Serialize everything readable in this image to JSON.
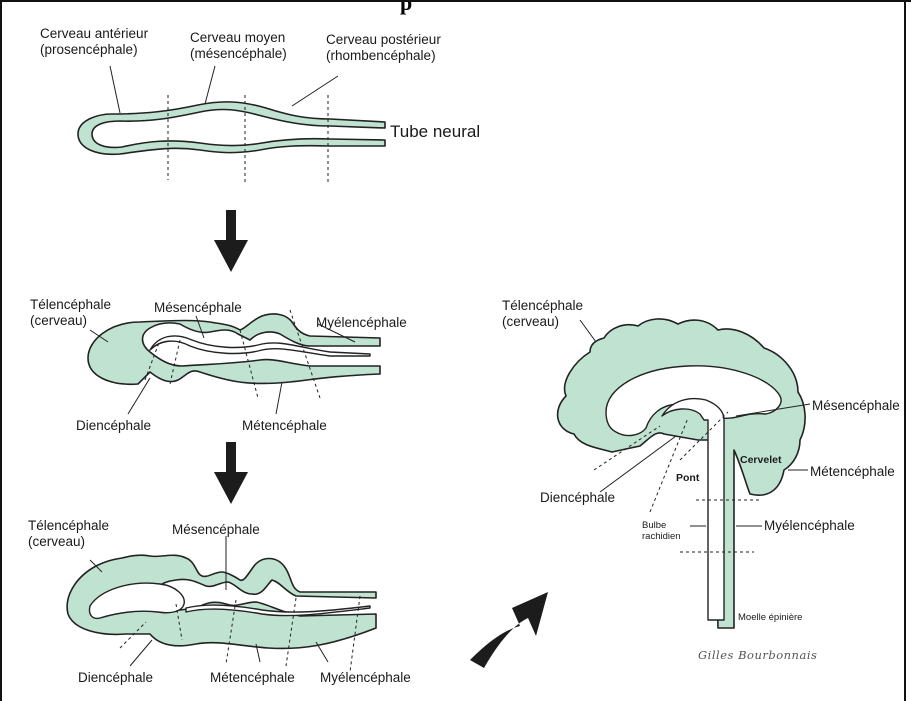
{
  "title_fragment": "p",
  "stage1": {
    "forebrain": [
      "Cerveau antérieur",
      "(prosencéphale)"
    ],
    "midbrain": [
      "Cerveau moyen",
      "(mésencéphale)"
    ],
    "hindbrain": [
      "Cerveau postérieur",
      "(rhombencéphale)"
    ],
    "neural_tube": "Tube neural"
  },
  "stage2": {
    "telencephalon": [
      "Télencéphale",
      "(cerveau)"
    ],
    "mesencephalon": "Mésencéphale",
    "myelencephalon": "Myélencéphale",
    "diencephalon": "Diencéphale",
    "metencephalon": "Métencéphale"
  },
  "stage3": {
    "telencephalon": [
      "Télencéphale",
      "(cerveau)"
    ],
    "mesencephalon": "Mésencéphale",
    "diencephalon": "Diencéphale",
    "metencephalon": "Métencéphale",
    "myelencephalon": "Myélencéphale"
  },
  "adult": {
    "telencephalon": [
      "Télencéphale",
      "(cerveau)"
    ],
    "mesencephalon": "Mésencéphale",
    "cerebellum": "Cervelet",
    "metencephalon": "Métencéphale",
    "pons": "Pont",
    "diencephalon": "Diencéphale",
    "medulla": [
      "Bulbe",
      "rachidien"
    ],
    "myelencephalon": "Myélencéphale",
    "spinal_cord": "Moelle épinière"
  },
  "signature": "Gilles Bourbonnais",
  "colors": {
    "tissue": "#bfe3d0",
    "outline": "#222222",
    "arrow": "#1c1c1c"
  }
}
